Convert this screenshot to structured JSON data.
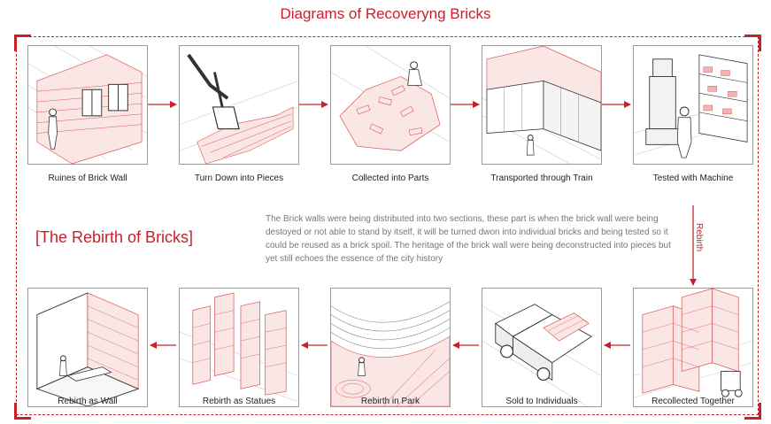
{
  "title": "Diagrams of Recoveryng Bricks",
  "subtitle": "[The Rebirth of Bricks]",
  "description": "The Brick walls were being distributed into two sections, these part is when the brick wall were being destoyed or not able to stand by itself, it will be turned dwon into individual bricks and being tested so it could be reused as a brick spoil. The heritage of the brick wall were being deconstructed into pieces but yet still echoes the essence of the city history",
  "rebirth_label": "Rebirth",
  "colors": {
    "accent": "#c8202a",
    "line": "#9a9a9a",
    "ink": "#222222"
  },
  "top_row": [
    {
      "label": "Ruines of Brick Wall",
      "icon": "brick-wall-ruins-icon"
    },
    {
      "label": "Turn Down into Pieces",
      "icon": "excavator-icon"
    },
    {
      "label": "Collected into Parts",
      "icon": "brick-pile-icon"
    },
    {
      "label": "Transported through Train",
      "icon": "train-wagon-icon"
    },
    {
      "label": "Tested with Machine",
      "icon": "testing-machine-icon"
    }
  ],
  "bottom_row": [
    {
      "label": "Rebirth as Wall",
      "icon": "brick-interior-wall-icon"
    },
    {
      "label": "Rebirth as Statues",
      "icon": "brick-statues-icon"
    },
    {
      "label": "Rebirth in Park",
      "icon": "brick-park-icon"
    },
    {
      "label": "Sold to Individuals",
      "icon": "pickup-truck-icon"
    },
    {
      "label": "Recollected Together",
      "icon": "brick-pallets-icon"
    }
  ]
}
